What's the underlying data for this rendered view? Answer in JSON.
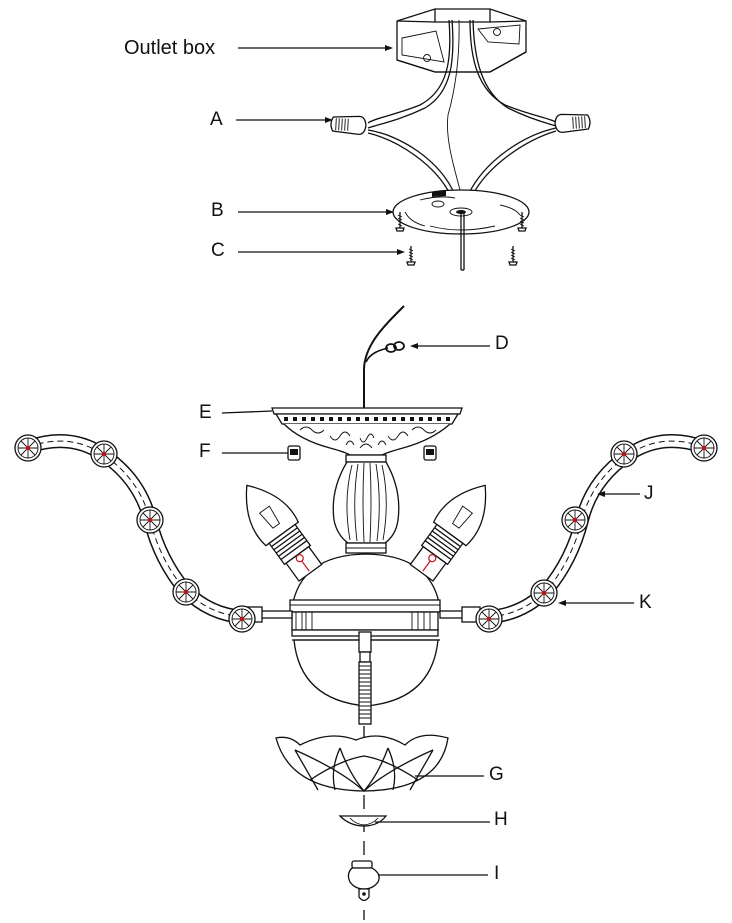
{
  "diagram": {
    "type": "exploded assembly diagram",
    "subject": "chandelier installation",
    "colors": {
      "line": "#111111",
      "accent_red": "#c0141c",
      "background": "#ffffff"
    },
    "labels": {
      "outlet_box": "Outlet box",
      "A": "A",
      "B": "B",
      "C": "C",
      "D": "D",
      "E": "E",
      "F": "F",
      "G": "G",
      "H": "H",
      "I": "I",
      "J": "J",
      "K": "K"
    },
    "parts": [
      {
        "key": "outlet_box",
        "depicts": "ceiling outlet / junction box with wires"
      },
      {
        "key": "A",
        "depicts": "wire connectors (wire nuts)"
      },
      {
        "key": "B",
        "depicts": "mounting bracket / crossbar plate"
      },
      {
        "key": "C",
        "depicts": "mounting screws"
      },
      {
        "key": "D",
        "depicts": "ground wire hook"
      },
      {
        "key": "E",
        "depicts": "ornate canopy"
      },
      {
        "key": "F",
        "depicts": "canopy nuts"
      },
      {
        "key": "G",
        "depicts": "glass bowl"
      },
      {
        "key": "H",
        "depicts": "small decorative cap"
      },
      {
        "key": "I",
        "depicts": "finial"
      },
      {
        "key": "J",
        "depicts": "curved crystal arm"
      },
      {
        "key": "K",
        "depicts": "crystal rosette on arm"
      }
    ]
  }
}
